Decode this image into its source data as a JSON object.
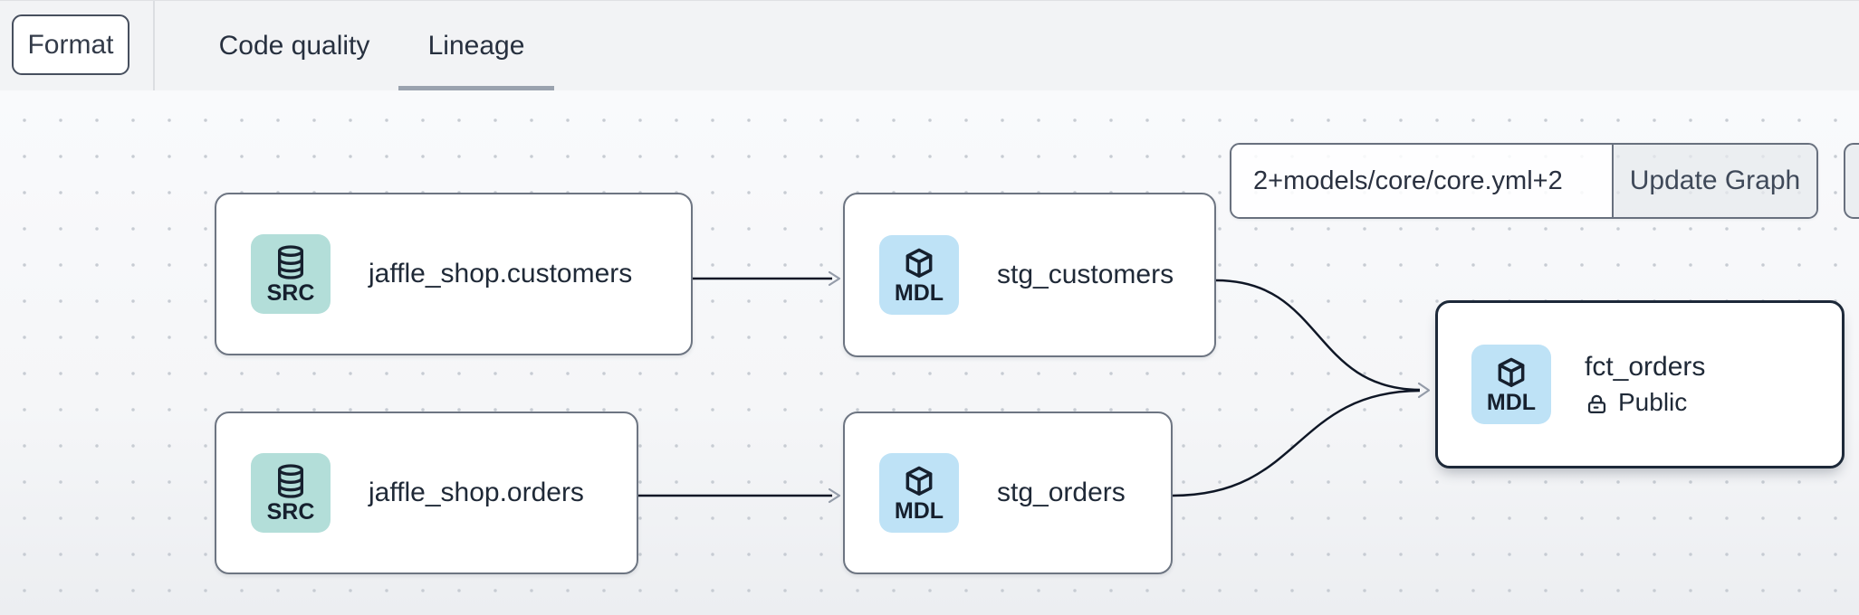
{
  "toolbar": {
    "format_label": "Format"
  },
  "tabs": [
    {
      "label": "Code quality",
      "active": false
    },
    {
      "label": "Lineage",
      "active": true
    }
  ],
  "lineage_controls": {
    "selector_value": "2+models/core/core.yml+2",
    "update_button_label": "Update Graph"
  },
  "graph": {
    "nodes": [
      {
        "id": "jaffle_shop.customers",
        "kind": "source",
        "badge": "SRC",
        "title": "jaffle_shop.customers"
      },
      {
        "id": "stg_customers",
        "kind": "model",
        "badge": "MDL",
        "title": "stg_customers"
      },
      {
        "id": "jaffle_shop.orders",
        "kind": "source",
        "badge": "SRC",
        "title": "jaffle_shop.orders"
      },
      {
        "id": "stg_orders",
        "kind": "model",
        "badge": "MDL",
        "title": "stg_orders"
      },
      {
        "id": "fct_orders",
        "kind": "model",
        "badge": "MDL",
        "title": "fct_orders",
        "access": "Public",
        "selected": true
      }
    ],
    "edges": [
      {
        "from": "jaffle_shop.customers",
        "to": "stg_customers"
      },
      {
        "from": "jaffle_shop.orders",
        "to": "stg_orders"
      },
      {
        "from": "stg_customers",
        "to": "fct_orders"
      },
      {
        "from": "stg_orders",
        "to": "fct_orders"
      }
    ]
  },
  "colors": {
    "source_badge": "#b3ded9",
    "model_badge": "#bee2f6",
    "node_border": "#6d7582",
    "selected_node_border": "#1d2939",
    "edge_line": "#0f1726",
    "edge_arrow": "#949ca9",
    "tab_underline": "#9aa2ae",
    "topbar_bg": "#f2f3f5"
  }
}
